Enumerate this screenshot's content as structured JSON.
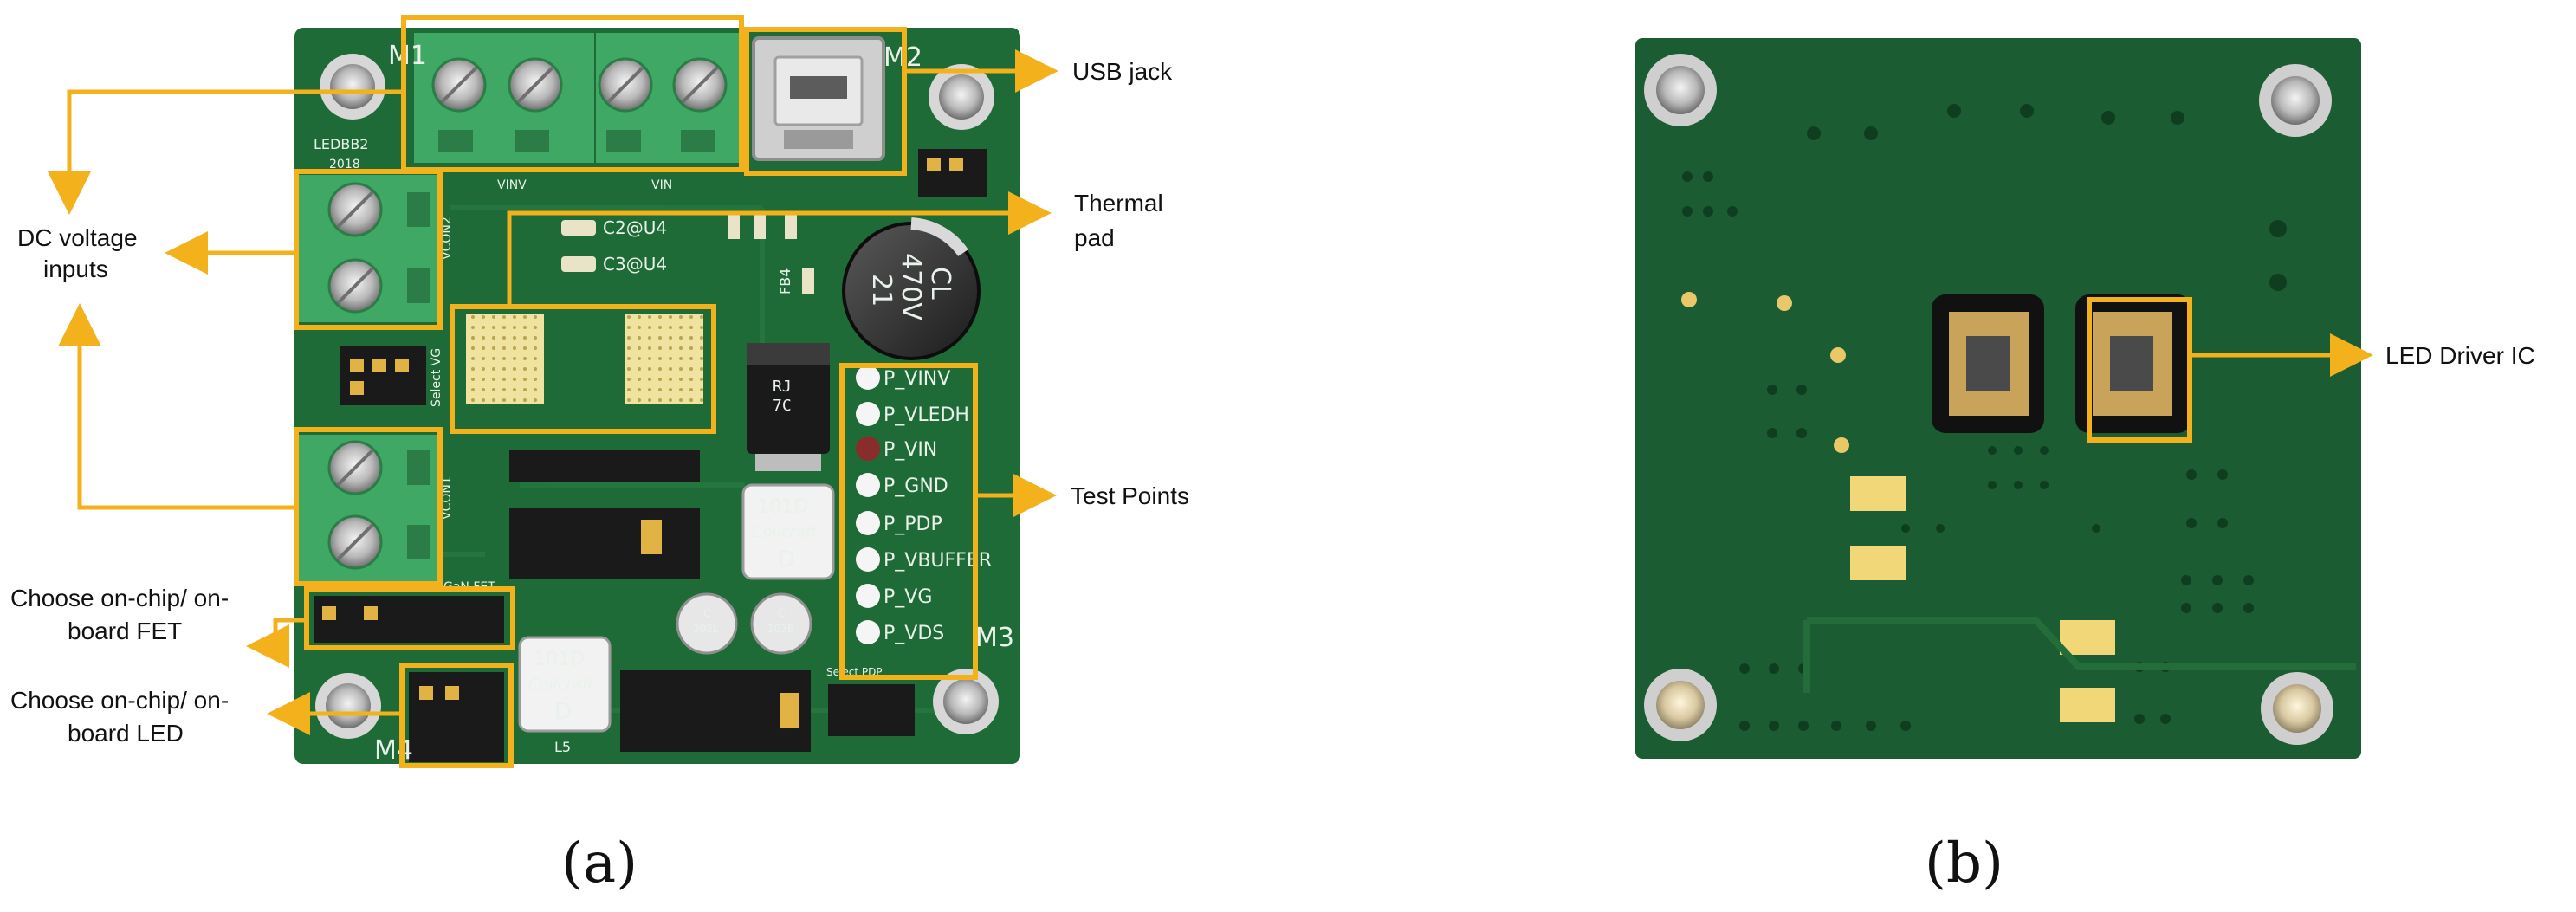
{
  "colors": {
    "highlight": "#F3B11B",
    "pcb_front": "#1F6B37",
    "pcb_back": "#1C5C32",
    "terminal_green": "#3FA864",
    "text": "#111111"
  },
  "panel_a": {
    "caption": "(a)",
    "callouts": {
      "dc_voltage_inputs": [
        "DC voltage",
        "inputs"
      ],
      "usb_jack": "USB jack",
      "thermal_pad": [
        "Thermal",
        "pad"
      ],
      "test_points": "Test Points",
      "choose_fet": [
        "Choose on-chip/ on-",
        "board FET"
      ],
      "choose_led": [
        "Choose on-chip/ on-",
        "board LED"
      ]
    },
    "silkscreen": {
      "board_id": "LEDBB2",
      "board_year": "2018",
      "m1": "M1",
      "m2": "M2",
      "m3": "M3",
      "m4": "M4",
      "vinv": "VINV",
      "vin": "VIN",
      "vcon2": "VCON2",
      "vcon1": "VCON1",
      "select_vg": "Select VG",
      "c2u4": "C2@U4",
      "c3u4": "C3@U4",
      "fb4": "FB4",
      "cap_text": [
        "CL",
        "470V",
        "21"
      ],
      "diode_text": [
        "RJ",
        "7C"
      ],
      "gan_fet": "GaN FET",
      "select_pdp": "Select PDP",
      "l5": "L5",
      "inductor_1": [
        "101D",
        "Coilcraft",
        "D"
      ],
      "inductor_2": [
        "101D",
        "Coilcraft",
        "D"
      ],
      "small_inductor_1": [
        "C",
        "202L"
      ],
      "small_inductor_2": [
        "C",
        "103B"
      ],
      "tp_labels": [
        "P_VINV",
        "P_VLEDH",
        "P_VIN",
        "P_GND",
        "P_PDP",
        "P_VBUFFER",
        "P_VG",
        "P_VDS"
      ]
    }
  },
  "panel_b": {
    "caption": "(b)",
    "callouts": {
      "led_driver_ic": "LED Driver IC"
    }
  }
}
